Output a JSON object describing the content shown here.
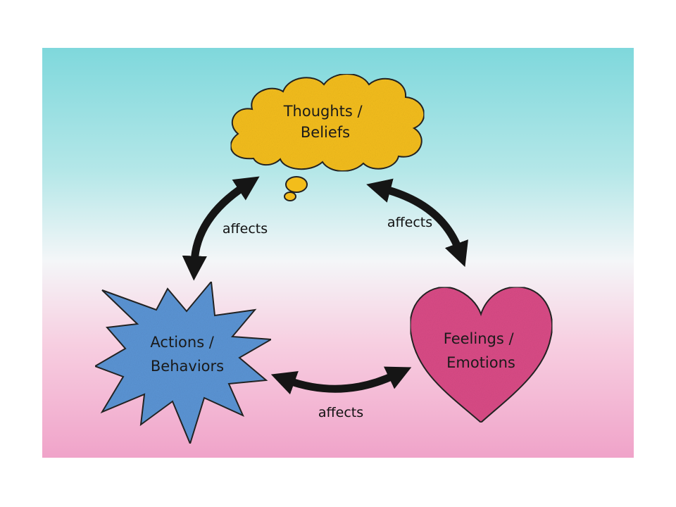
{
  "nodes": {
    "thoughts": {
      "line1": "Thoughts /",
      "line2": "Beliefs",
      "color": "#f3bd1b"
    },
    "actions": {
      "line1": "Actions /",
      "line2": "Behaviors",
      "color": "#5b94d4"
    },
    "feelings": {
      "line1": "Feelings /",
      "line2": "Emotions",
      "color": "#d94b86"
    }
  },
  "edges": [
    {
      "from": "thoughts",
      "to": "actions",
      "label": "affects"
    },
    {
      "from": "thoughts",
      "to": "feelings",
      "label": "affects"
    },
    {
      "from": "actions",
      "to": "feelings",
      "label": "affects"
    }
  ],
  "colors": {
    "background_top": "#7fd8dc",
    "background_middle": "#f4f6f8",
    "background_bottom": "#f0a3c9",
    "arrow": "#151515",
    "outline": "#222222"
  }
}
